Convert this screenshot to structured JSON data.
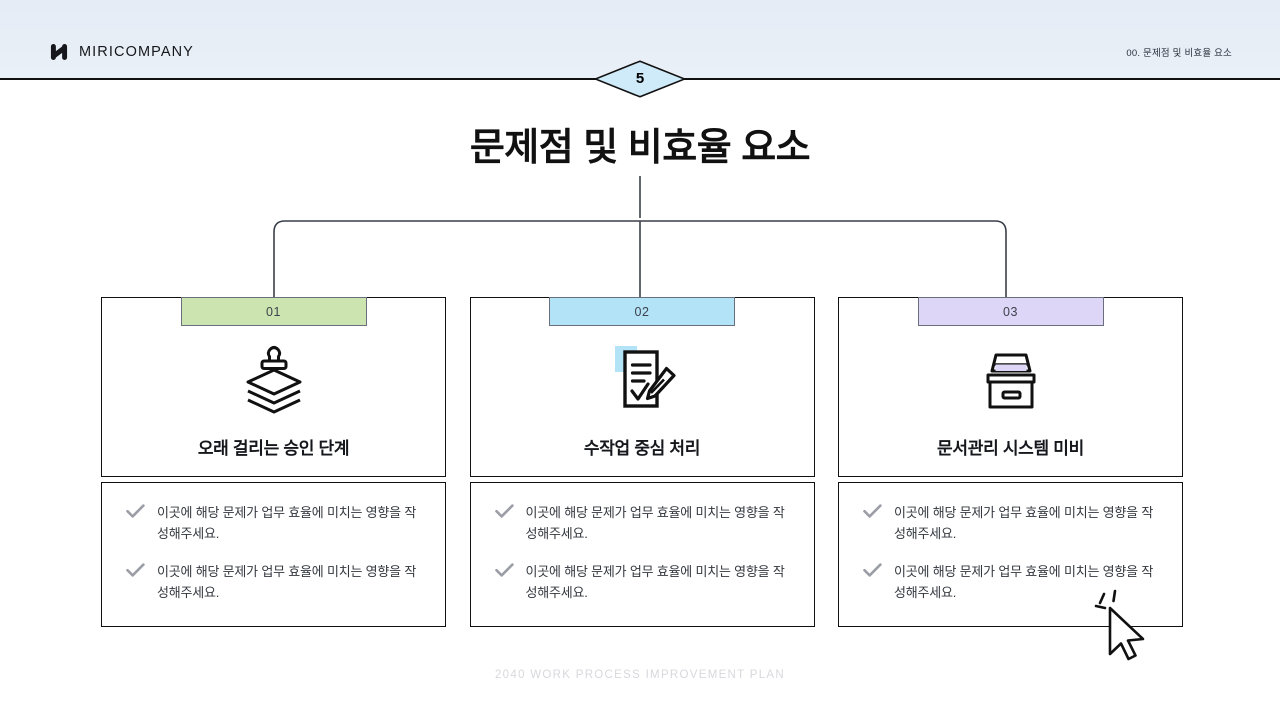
{
  "header": {
    "logo_icon": "miricompany-logo-mark",
    "logo_text": "MIRICOMPANY",
    "section_label": "00. 문제점 및 비효율 요소",
    "band_color": "#e8eef6",
    "rule_color": "#111111"
  },
  "page_badge": {
    "number": "5",
    "fill_color": "#cfeaf8",
    "stroke_color": "#111111"
  },
  "title": "문제점 및 비효율 요소",
  "cards": [
    {
      "number": "01",
      "badge_color": "#cce5b0",
      "accent_color": "#cce5b0",
      "icon": "stamp-on-documents-icon",
      "title": "오래 걸리는 승인 단계",
      "bullets": [
        "이곳에 해당 문제가 업무 효율에 미치는 영향을 작성해주세요.",
        "이곳에 해당 문제가 업무 효율에 미치는 영향을 작성해주세요."
      ]
    },
    {
      "number": "02",
      "badge_color": "#b3e3f7",
      "accent_color": "#b3e3f7",
      "icon": "document-pen-checklist-icon",
      "title": "수작업 중심 처리",
      "bullets": [
        "이곳에 해당 문제가 업무 효율에 미치는 영향을 작성해주세요.",
        "이곳에 해당 문제가 업무 효율에 미치는 영향을 작성해주세요."
      ]
    },
    {
      "number": "03",
      "badge_color": "#ddd6f7",
      "accent_color": "#ddd6f7",
      "icon": "file-drawer-box-icon",
      "title": "문서관리 시스템 미비",
      "bullets": [
        "이곳에 해당 문제가 업무 효율에 미치는 영향을 작성해주세요.",
        "이곳에 해당 문제가 업무 효율에 미치는 영향을 작성해주세요."
      ]
    }
  ],
  "footer": "2040 WORK PROCESS IMPROVEMENT PLAN",
  "cursor": {
    "icon": "mouse-arrow-click-cursor"
  }
}
